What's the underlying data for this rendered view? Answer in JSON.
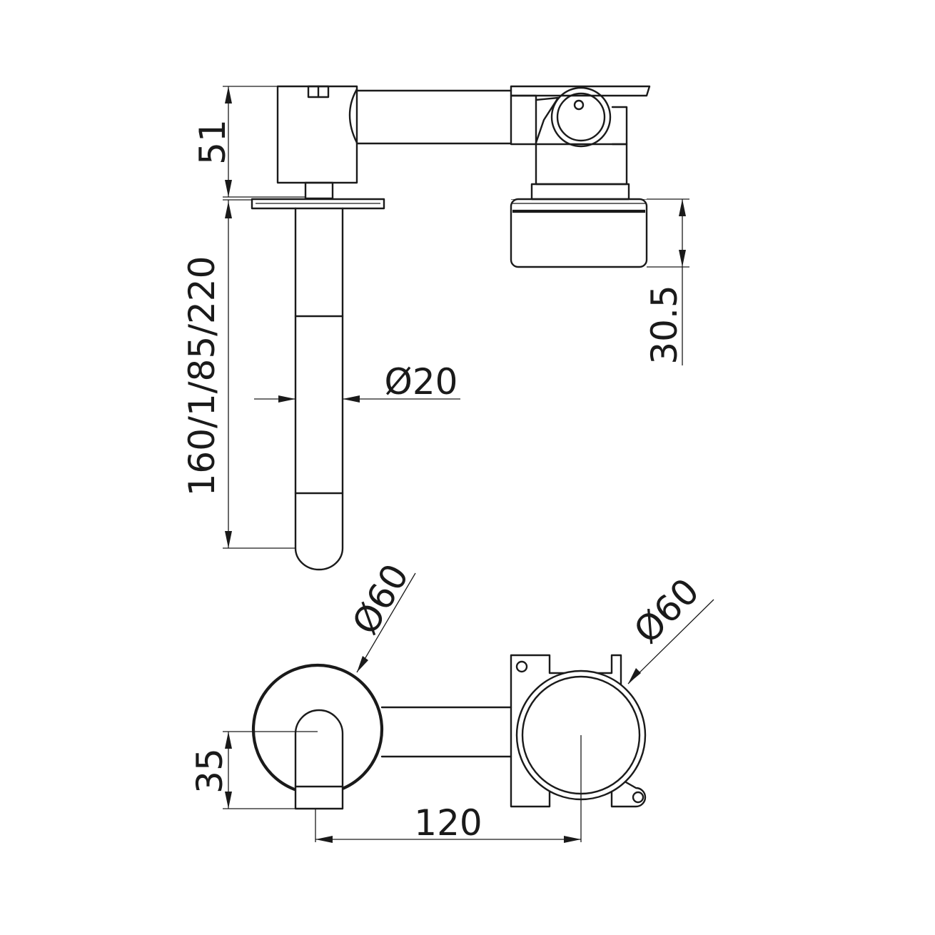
{
  "dimensions": {
    "handle_height": "51",
    "spout_lengths": "160/1/85/220",
    "spout_diameter": "Ø20",
    "body_projection": "30.5",
    "plate_diameter_left": "Ø60",
    "plate_diameter_right": "Ø60",
    "spout_offset": "35",
    "centre_distance": "120"
  },
  "colors": {
    "line": "#1a1a1a",
    "background": "#ffffff"
  }
}
